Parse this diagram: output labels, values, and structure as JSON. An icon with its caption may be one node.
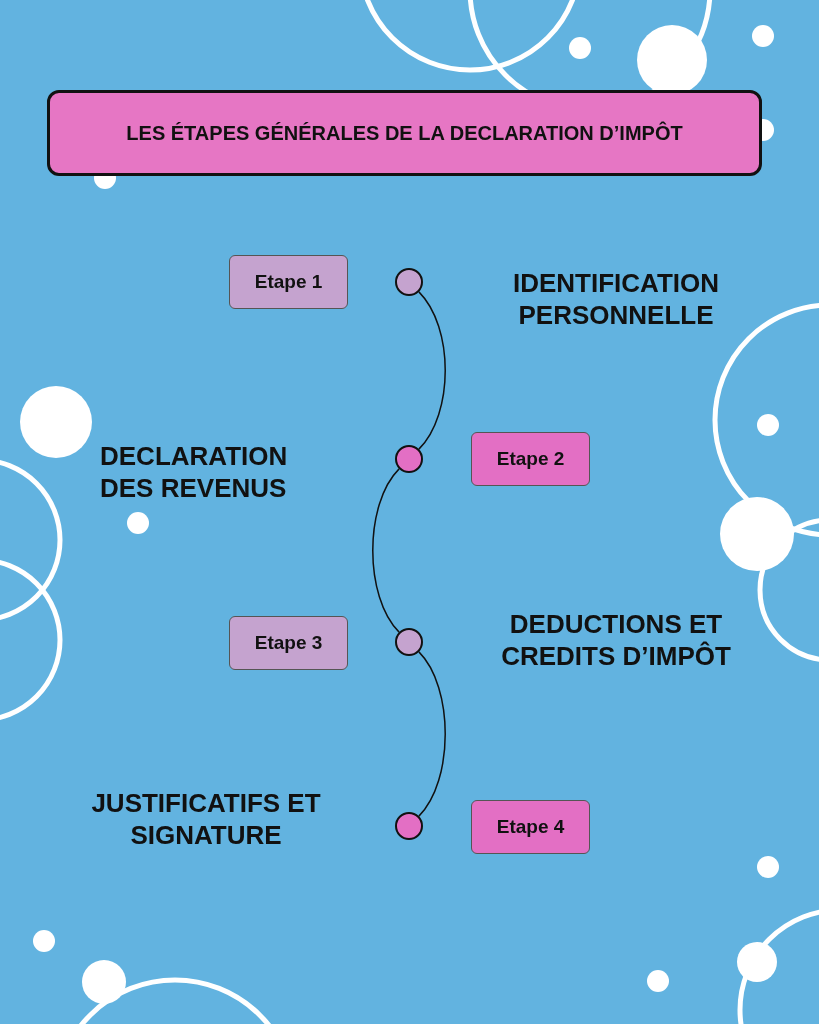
{
  "diagram": {
    "title": "LES ÉTAPES GÉNÉRALES DE LA DECLARATION D’IMPÔT",
    "nodes": [
      {
        "text": [
          "Etape 1"
        ]
      },
      {
        "text": [],
        "shape": "circle"
      },
      {
        "text": [],
        "shape": "circle"
      },
      {
        "text": [
          "Etape 2"
        ]
      },
      {
        "text": [
          "Etape 3"
        ]
      },
      {
        "text": [],
        "shape": "circle"
      },
      {
        "text": [],
        "shape": "circle"
      },
      {
        "text": [
          "Etape 4"
        ]
      }
    ],
    "edges": [
      {
        "from": 1,
        "to": 2,
        "arrow": "none"
      },
      {
        "from": 2,
        "to": 5,
        "arrow": "none"
      },
      {
        "from": 5,
        "to": 6,
        "arrow": "none"
      }
    ],
    "labels": [
      "IDENTIFICATION PERSONNELLE",
      "DECLARATION DES REVENUS",
      "DEDUCTIONS ET CREDITS D’IMPÔT",
      "JUSTIFICATIFS ET SIGNATURE"
    ]
  }
}
